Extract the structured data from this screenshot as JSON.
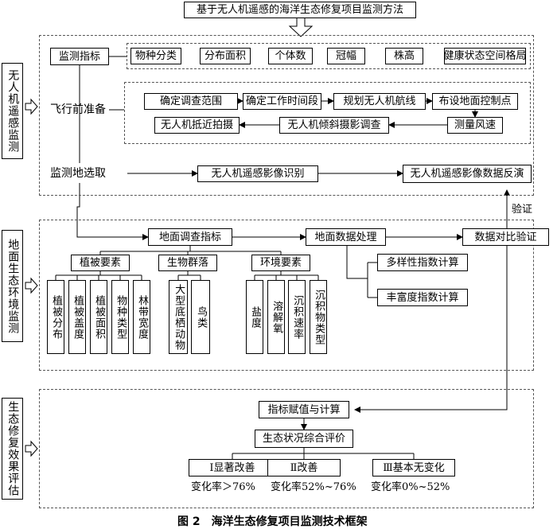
{
  "title": "基于无人机遥感的海洋生态修复项目监测方法",
  "caption": "图 2　海洋生态修复项目监测技术框架",
  "sections": {
    "uav": "无人机遥感监测",
    "ground": "地面生态环境监测",
    "eval": "生态修复效果评估"
  },
  "uav": {
    "monitor_index": "监测指标",
    "indices": [
      "物种分类",
      "分布面积",
      "个体数",
      "冠幅",
      "株高",
      "健康状态空间格局"
    ],
    "preflight": "飞行前准备",
    "steps": [
      "确定调查范围",
      "确定工作时间段",
      "规划无人机航线",
      "布设地面控制点",
      "测量风速",
      "无人机倾斜摄影调查",
      "无人机抵近拍摄"
    ],
    "site_select": "监测地选取",
    "image_recog": "无人机遥感影像识别",
    "image_invert": "无人机遥感影像数据反演"
  },
  "ground": {
    "verify": "验证",
    "survey_index": "地面调查指标",
    "data_proc": "地面数据处理",
    "compare": "数据对比验证",
    "veg": "植被要素",
    "bio": "生物群落",
    "env": "环境要素",
    "veg_items": [
      "植被分布",
      "植被盖度",
      "植被面积",
      "物种类型",
      "林带宽度"
    ],
    "bio_items": [
      "大型底栖动物",
      "鸟类"
    ],
    "env_items": [
      "盐度",
      "溶解氧",
      "沉积速率",
      "沉积物类型"
    ],
    "diversity": "多样性指数计算",
    "richness": "丰富度指数计算"
  },
  "eval": {
    "assign": "指标赋值与计算",
    "overall": "生态状况综合评价",
    "levels": [
      {
        "label": "Ⅰ显著改善",
        "rate": "变化率＞76%"
      },
      {
        "label": "Ⅱ改善",
        "rate": "变化率52%~76%"
      },
      {
        "label": "Ⅲ基本无变化",
        "rate": "变化率0%~52%"
      }
    ]
  }
}
